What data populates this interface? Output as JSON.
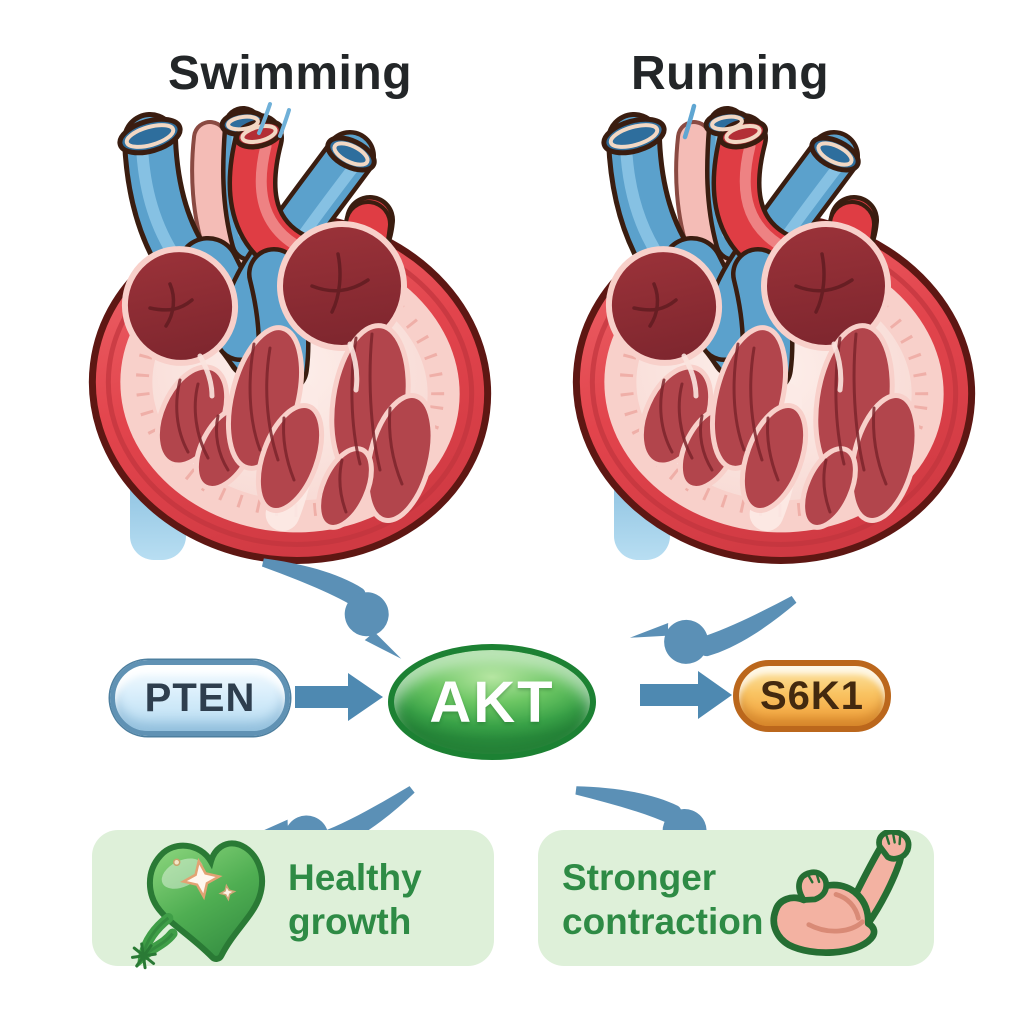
{
  "page": {
    "background_color": "#ffffff",
    "type": "exercise cardiac signaling pathway diagram"
  },
  "panels": [
    {
      "title": "Swimming",
      "illustration": "heart-cross-section-illustration"
    },
    {
      "title": "Running",
      "illustration": "heart-cross-section-illustration"
    }
  ],
  "pathway": {
    "arrow_color": "#5b90b6",
    "nodes": [
      {
        "id": "pten",
        "label": "PTEN",
        "shape": "pill",
        "fill": "#cfe9f7",
        "border": "#6092b4",
        "text_color": "#2e3e4e"
      },
      {
        "id": "akt",
        "label": "AKT",
        "shape": "ellipse",
        "fill": "#45a94d",
        "border": "#1c8133",
        "text_color": "#ffffff"
      },
      {
        "id": "s6k1",
        "label": "S6K1",
        "shape": "pill",
        "fill": "#f7ad49",
        "border": "#bb671c",
        "text_color": "#43290f"
      }
    ],
    "edges": [
      {
        "from": "PTEN",
        "to": "AKT",
        "style": "block-arrow"
      },
      {
        "from": "AKT",
        "to": "S6K1",
        "style": "block-arrow"
      },
      {
        "from": "Swimming heart",
        "to": "AKT",
        "style": "nib-arrow"
      },
      {
        "from": "Running heart",
        "to": "AKT",
        "style": "nib-arrow"
      },
      {
        "from": "AKT",
        "to": "Healthy growth",
        "style": "nib-arrow"
      },
      {
        "from": "AKT",
        "to": "Stronger contraction",
        "style": "nib-arrow"
      }
    ]
  },
  "outcomes": [
    {
      "label": "Healthy growth",
      "icon": "sparkle-heart-icon",
      "box_color": "#def0d9",
      "text_color": "#2e8b45"
    },
    {
      "label": "Stronger contraction",
      "icon": "bicep-icon",
      "box_color": "#def0d9",
      "text_color": "#2e8b45"
    }
  ],
  "illustration_colors": {
    "heart_outer_red": "#e2444c",
    "heart_wall_pink": "#f8d0ca",
    "chamber_dark_red": "#8e2d35",
    "muscle_red": "#b2454c",
    "vessel_blue": "#5ba1cc",
    "aorta_red": "#df3d44"
  }
}
